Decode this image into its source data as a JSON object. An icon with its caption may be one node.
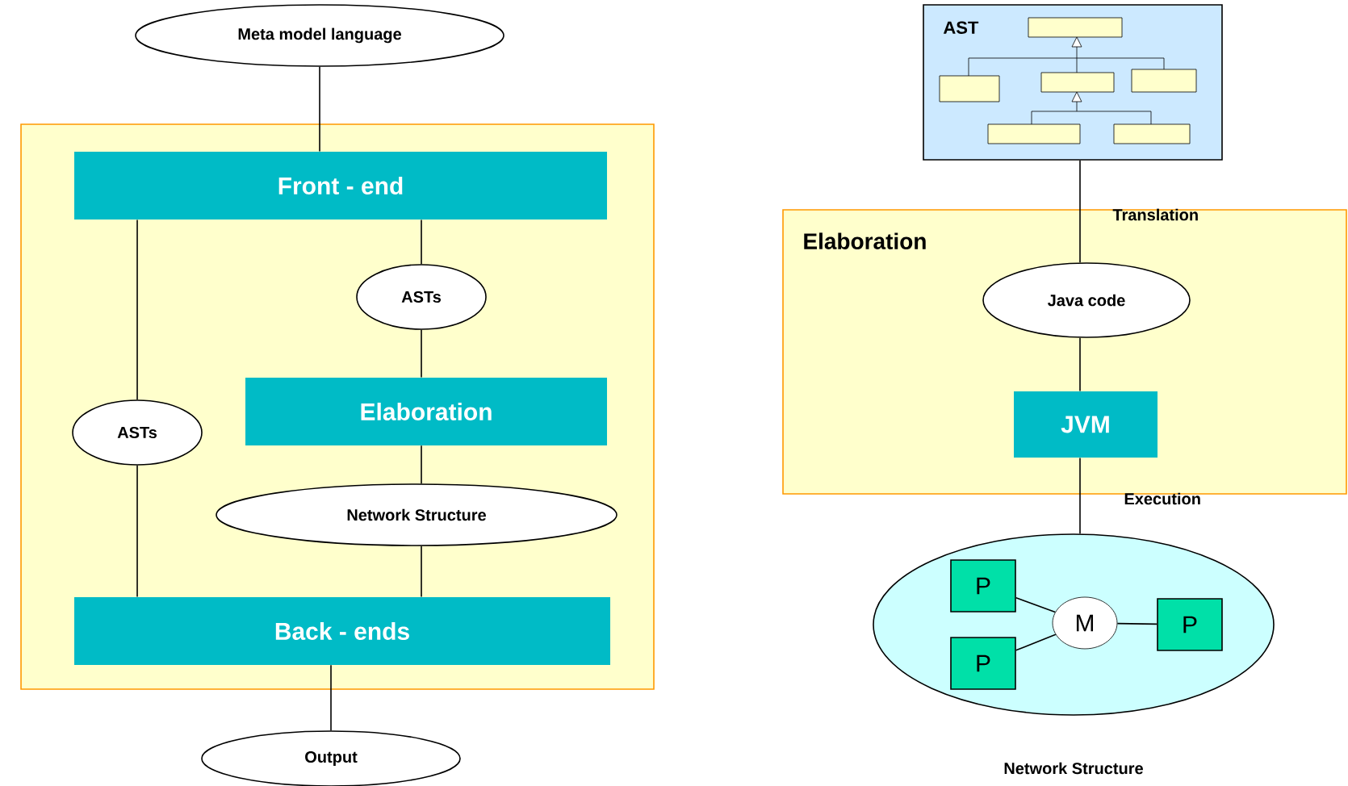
{
  "diagram": {
    "nodes": [
      {
        "text": [
          "Meta model language"
        ]
      },
      {
        "text": [],
        "shape": "box"
      },
      {
        "text": [
          "Front - end"
        ],
        "in": 1
      },
      {
        "text": [
          "ASTs"
        ],
        "in": 1
      },
      {
        "text": [
          "Elaboration"
        ],
        "in": 1
      },
      {
        "text": [
          "ASTs"
        ],
        "in": 1
      },
      {
        "text": [
          "Network Structure"
        ],
        "in": 1
      },
      {
        "text": [
          "Back - ends"
        ],
        "in": 1
      },
      {
        "text": [
          "Output"
        ]
      },
      {
        "text": [
          "AST"
        ]
      },
      {
        "text": [
          "Elaboration"
        ]
      },
      {
        "text": [
          "Java code"
        ],
        "in": 10
      },
      {
        "text": [
          "JVM"
        ],
        "in": 10
      },
      {
        "text": [],
        "shape": "ellipse",
        "beside": [
          "Network Structure"
        ]
      },
      {
        "text": [
          "P"
        ],
        "in": 13
      },
      {
        "text": [
          "M"
        ],
        "in": 13
      },
      {
        "text": [
          "P"
        ],
        "in": 13
      },
      {
        "text": [
          "P"
        ],
        "in": 13
      }
    ],
    "edges": [
      {
        "from": 0,
        "to": 2,
        "arrow": "none"
      },
      {
        "from": 2,
        "to": 3,
        "arrow": "none"
      },
      {
        "from": 3,
        "to": 4,
        "arrow": "none"
      },
      {
        "from": 2,
        "to": 5,
        "arrow": "none"
      },
      {
        "from": 5,
        "to": 7,
        "arrow": "none"
      },
      {
        "from": 4,
        "to": 6,
        "arrow": "none"
      },
      {
        "from": 6,
        "to": 7,
        "arrow": "none"
      },
      {
        "from": 7,
        "to": 8,
        "arrow": "none"
      },
      {
        "from": 9,
        "to": 11,
        "arrow": "none",
        "label": "Translation"
      },
      {
        "from": 11,
        "to": 12,
        "arrow": "none"
      },
      {
        "from": 12,
        "to": 13,
        "arrow": "none",
        "label": "Execution"
      },
      {
        "from": 14,
        "to": 15,
        "arrow": "none"
      },
      {
        "from": 17,
        "to": 15,
        "arrow": "none"
      },
      {
        "from": 15,
        "to": 16,
        "arrow": "none"
      }
    ]
  }
}
